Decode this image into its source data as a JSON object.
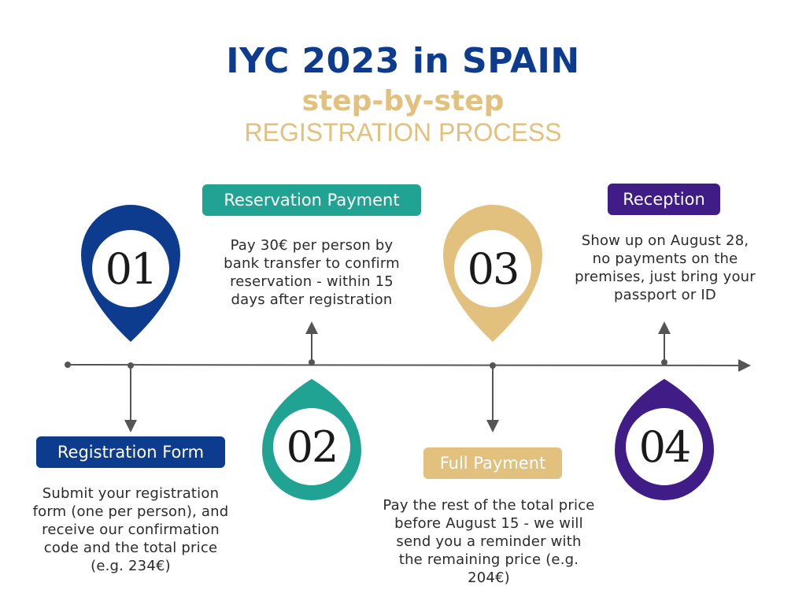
{
  "title": {
    "line1": "IYC 2023 in SPAIN",
    "line2": "step-by-step",
    "line3": "REGISTRATION PROCESS"
  },
  "colors": {
    "step1": "#0d3b8e",
    "step2": "#21a394",
    "step3": "#e2c07e",
    "step4": "#3f1c86",
    "line": "#555555"
  },
  "steps": [
    {
      "number": "01",
      "label": "Registration Form",
      "desc_lines": [
        "Submit your registration",
        "form (one per person), and",
        "receive our confirmation",
        "code and the total price",
        "(e.g. 234€)"
      ]
    },
    {
      "number": "02",
      "label": "Reservation Payment",
      "desc_lines": [
        "Pay 30€ per person by",
        "bank transfer to confirm",
        "reservation - within 15",
        "days after registration"
      ]
    },
    {
      "number": "03",
      "label": "Full Payment",
      "desc_lines": [
        "Pay the rest of the total price",
        "before August 15 - we will",
        "send you a reminder  with",
        "the remaining price (e.g.",
        "204€)"
      ]
    },
    {
      "number": "04",
      "label": "Reception",
      "desc_lines": [
        "Show up on August 28,",
        "no payments on the",
        "premises, just bring your",
        "passport or ID"
      ]
    }
  ]
}
